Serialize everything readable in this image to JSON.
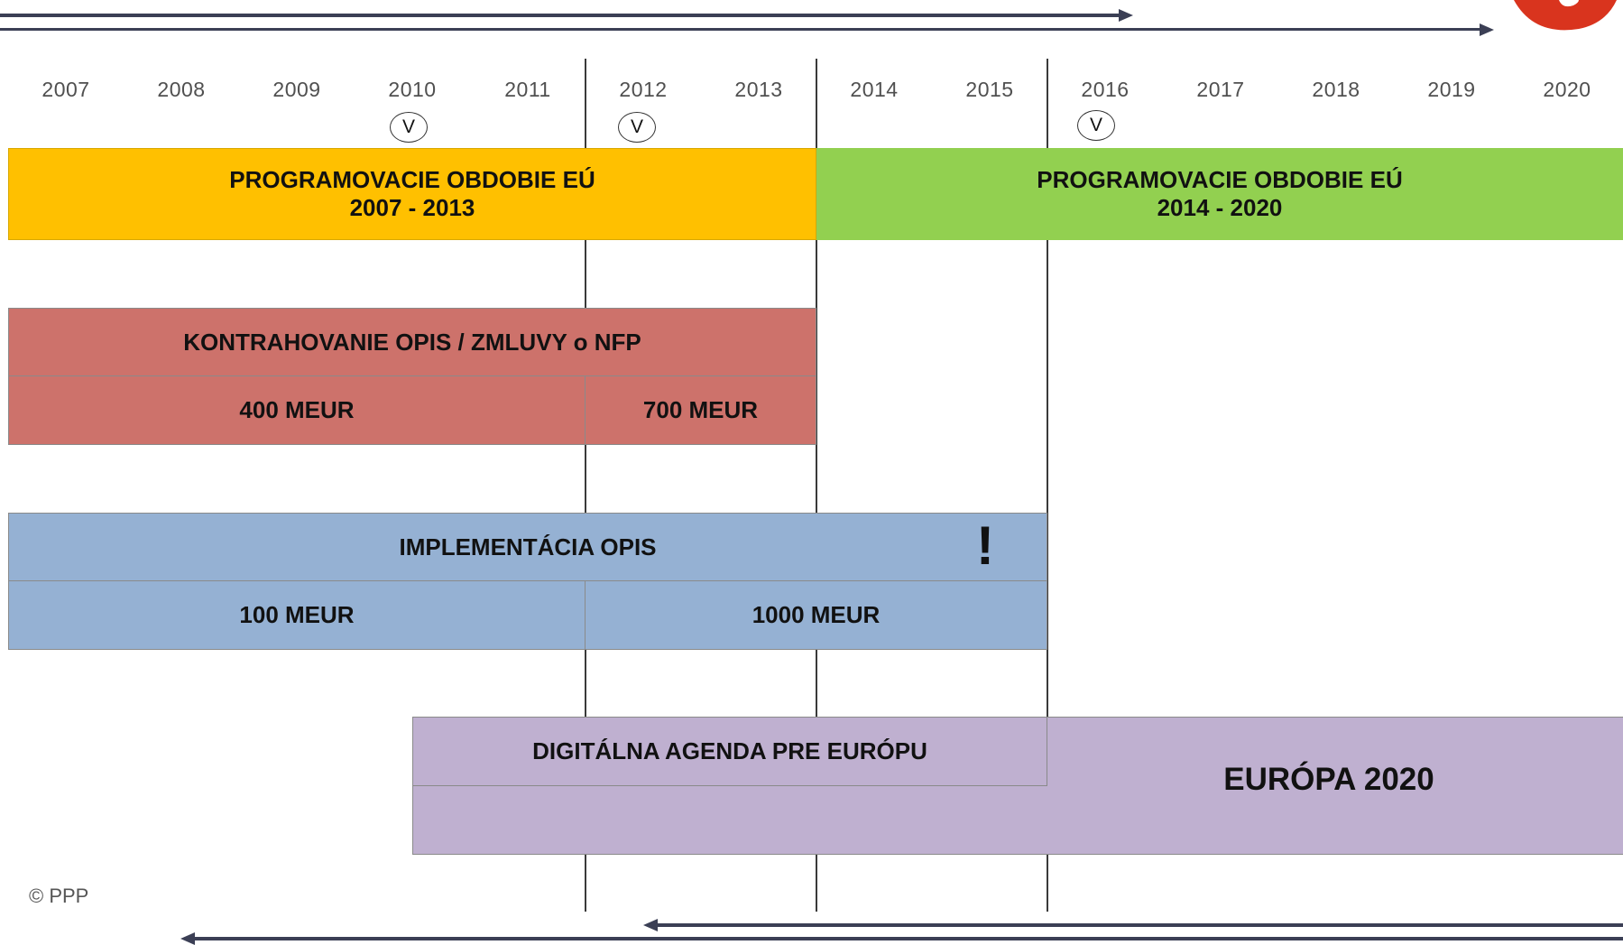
{
  "timeline": {
    "years": [
      "2007",
      "2008",
      "2009",
      "2010",
      "2011",
      "2012",
      "2013",
      "2014",
      "2015",
      "2016",
      "2017",
      "2018",
      "2019",
      "2020"
    ],
    "review_marks": [
      {
        "label": "V",
        "year": "2010"
      },
      {
        "label": "V",
        "year": "2012"
      },
      {
        "label": "V",
        "year": "2016"
      }
    ]
  },
  "periods": {
    "period_2007": {
      "line1": "PROGRAMOVACIE OBDOBIE EÚ",
      "line2": "2007 - 2013",
      "color": "#FFC000"
    },
    "period_2014": {
      "line1": "PROGRAMOVACIE OBDOBIE EÚ",
      "line2": "2014 - 2020",
      "color": "#92D050"
    }
  },
  "contracting": {
    "title": "KONTRAHOVANIE OPIS / ZMLUVY o NFP",
    "amount_1": "400 MEUR",
    "amount_2": "700 MEUR",
    "color": "#CD726B"
  },
  "implementation": {
    "title": "IMPLEMENTÁCIA OPIS",
    "alert": "!",
    "amount_1": "100 MEUR",
    "amount_2": "1000 MEUR",
    "color": "#95B1D3"
  },
  "digital": {
    "title": "DIGITÁLNA AGENDA PRE EURÓPU",
    "europe": "EURÓPA 2020",
    "color": "#BFB0D0"
  },
  "footer": {
    "copyright": "© PPP"
  },
  "accent": {
    "arrow": "#3B3F55",
    "logo": "#D9341E"
  }
}
